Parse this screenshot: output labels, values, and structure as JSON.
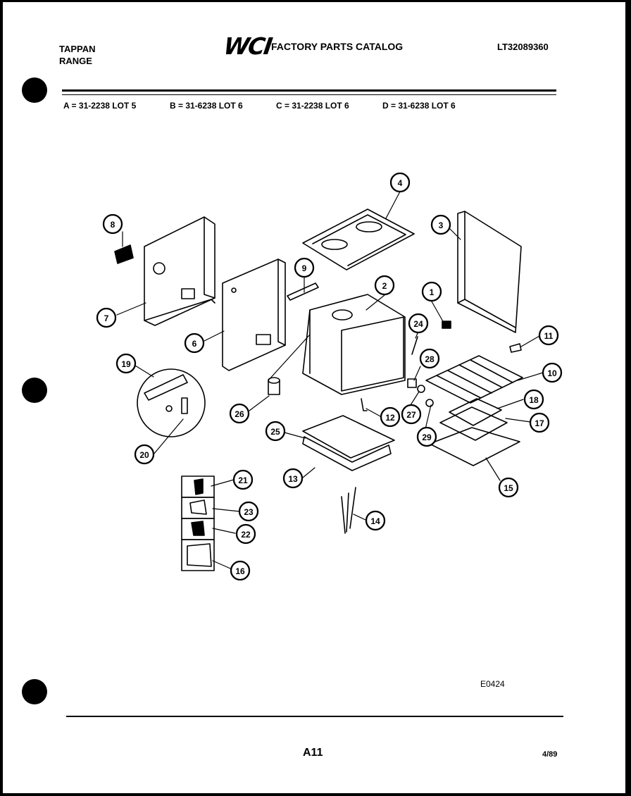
{
  "header": {
    "brand_line1": "TAPPAN",
    "brand_line2": "RANGE",
    "logo": "WCI",
    "catalog_title": "FACTORY PARTS CATALOG",
    "model_number": "LT32089360"
  },
  "lots": [
    "A = 31-2238 LOT 5",
    "B = 31-6238 LOT 6",
    "C = 31-2238 LOT 6",
    "D = 31-6238 LOT 6"
  ],
  "callouts": [
    "1",
    "2",
    "3",
    "4",
    "6",
    "7",
    "8",
    "9",
    "10",
    "11",
    "12",
    "13",
    "14",
    "15",
    "16",
    "17",
    "18",
    "19",
    "20",
    "21",
    "22",
    "23",
    "24",
    "25",
    "26",
    "27",
    "28",
    "29"
  ],
  "footer": {
    "diagram_code": "E0424",
    "page_number": "A11",
    "date": "4/89"
  }
}
